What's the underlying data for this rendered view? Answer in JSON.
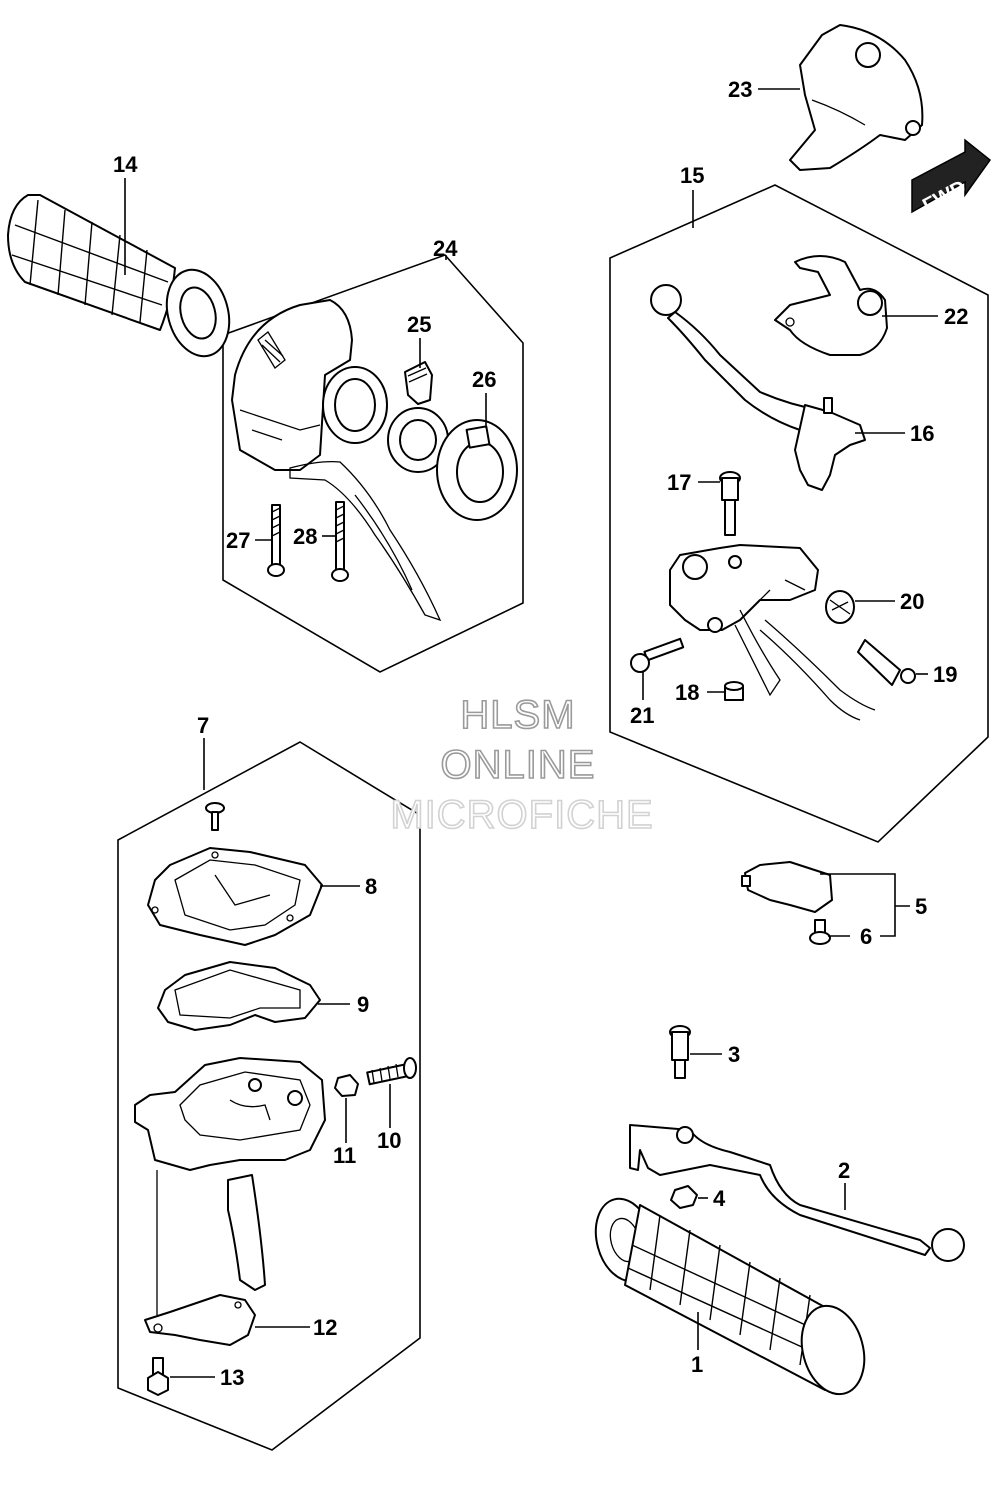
{
  "watermark": {
    "line1": "HLSM",
    "line2": "ONLINE",
    "line3": "MICROFICHE"
  },
  "fwd_badge": "FWD",
  "callouts": {
    "p1": "1",
    "p2": "2",
    "p3": "3",
    "p4": "4",
    "p5": "5",
    "p6": "6",
    "p7": "7",
    "p8": "8",
    "p9": "9",
    "p10": "10",
    "p11": "11",
    "p12": "12",
    "p13": "13",
    "p14": "14",
    "p15": "15",
    "p16": "16",
    "p17": "17",
    "p18": "18",
    "p19": "19",
    "p20": "20",
    "p21": "21",
    "p22": "22",
    "p23": "23",
    "p24": "24",
    "p25": "25",
    "p26": "26",
    "p27": "27",
    "p28": "28"
  }
}
